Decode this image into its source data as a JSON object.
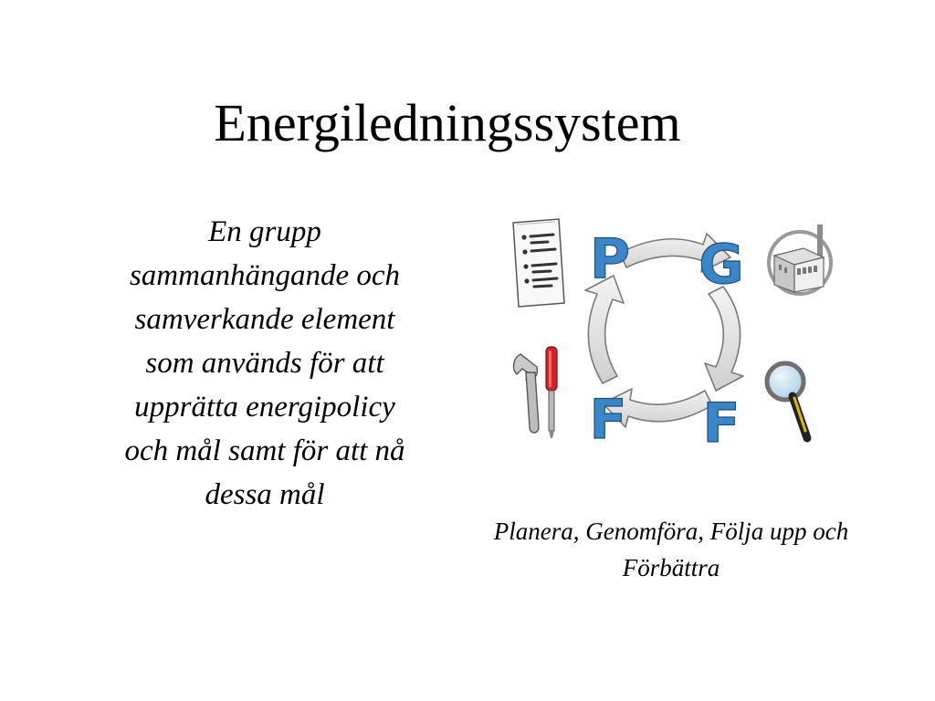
{
  "slide": {
    "title": "Energiledningssystem",
    "body_lines": [
      "En grupp",
      "sammanhängande och",
      "samverkande element",
      "som används för att",
      "upprätta energipolicy",
      "och mål samt för att nå",
      "dessa mål"
    ],
    "caption_lines": [
      "Planera, Genomföra, Följa upp och",
      "Förbättra"
    ]
  },
  "diagram": {
    "letters": {
      "top_left": "P",
      "top_right": "G",
      "bottom_left": "F",
      "bottom_right": "F"
    },
    "icons": [
      "checklist-document-icon",
      "factory-icon",
      "tools-icon",
      "magnifying-glass-icon"
    ],
    "colors": {
      "letter_blue": "#3a86c8",
      "arrow_fill": "#e4e4e4",
      "arrow_stroke": "#7a7a7a",
      "screwdriver_red": "#d3222a"
    }
  }
}
